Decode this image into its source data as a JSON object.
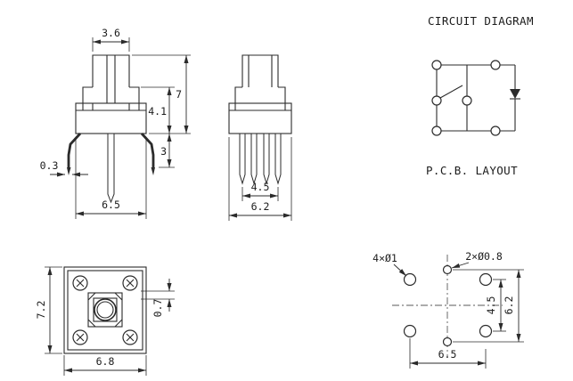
{
  "titles": {
    "circuit_diagram": "CIRCUIT DIAGRAM",
    "pcb_layout": "P.C.B. LAYOUT"
  },
  "front_view": {
    "dim_button_width": "3.6",
    "dim_total_height": "7",
    "dim_body_height": "4.1",
    "dim_lead_length": "3",
    "dim_lead_thickness": "0.3",
    "dim_body_width": "6.5"
  },
  "side_view": {
    "dim_pin_span": "4.5",
    "dim_body_width": "6.2"
  },
  "top_view": {
    "dim_height": "7.2",
    "dim_width": "6.8",
    "dim_corner_offset": "0.7"
  },
  "pcb_layout": {
    "label_large_holes": "4×Ø1",
    "label_small_holes": "2×Ø0.8",
    "dim_pitch_inner": "4.5",
    "dim_pitch_outer": "6.2",
    "dim_pitch_x": "6.5"
  },
  "colors": {
    "line": "#2b2b2b",
    "background": "#ffffff"
  }
}
